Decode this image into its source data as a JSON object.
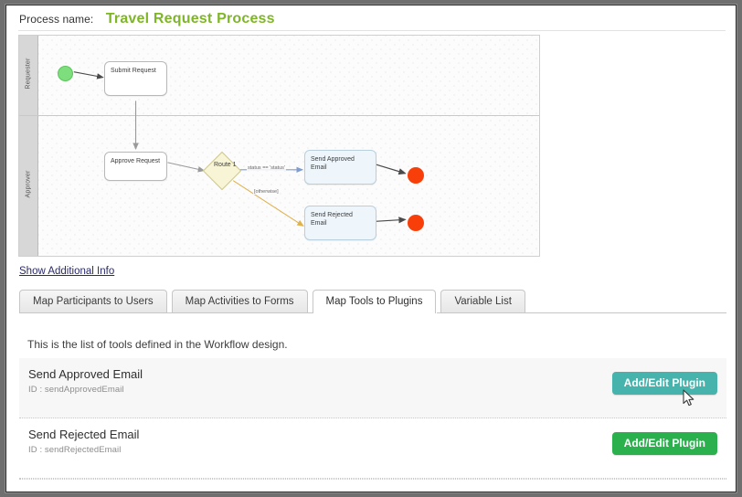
{
  "header": {
    "label": "Process name:",
    "process_name": "Travel Request Process",
    "accent_color": "#7eb627"
  },
  "diagram": {
    "lanes": [
      {
        "name": "Requester"
      },
      {
        "name": "Approver"
      }
    ],
    "nodes": [
      {
        "id": "start",
        "type": "start-event",
        "label": ""
      },
      {
        "id": "submitRequest",
        "type": "activity",
        "label": "Submit Request"
      },
      {
        "id": "approveRequest",
        "type": "activity",
        "label": "Approve Request"
      },
      {
        "id": "route1",
        "type": "gateway",
        "label": "Route 1"
      },
      {
        "id": "sendApprovedEmail",
        "type": "tool",
        "label": "Send Approved Email"
      },
      {
        "id": "sendRejectedEmail",
        "type": "tool",
        "label": "Send Rejected Email"
      },
      {
        "id": "end1",
        "type": "end-event",
        "label": ""
      },
      {
        "id": "end2",
        "type": "end-event",
        "label": ""
      }
    ],
    "edge_labels": {
      "approved": "status == 'status'",
      "otherwise": "[otherwise]"
    },
    "colors": {
      "start": "#7ede7e",
      "end": "#f93f09",
      "gateway": "#f7f5d6",
      "tool": "#eef6fb",
      "otherwise_edge": "#e8c05a",
      "approved_edge": "#7f9dd0"
    }
  },
  "show_info": {
    "label": "Show Additional Info"
  },
  "tabs": [
    {
      "label": "Map Participants to Users",
      "active": false
    },
    {
      "label": "Map Activities to Forms",
      "active": false
    },
    {
      "label": "Map Tools to Plugins",
      "active": true
    },
    {
      "label": "Variable List",
      "active": false
    }
  ],
  "panel": {
    "description": "This is the list of tools defined in the Workflow design.",
    "rows": [
      {
        "title": "Send Approved Email",
        "id_text": "ID : sendApprovedEmail",
        "button_label": "Add/Edit Plugin",
        "button_hovered": true,
        "row_hovered": true
      },
      {
        "title": "Send Rejected Email",
        "id_text": "ID : sendRejectedEmail",
        "button_label": "Add/Edit Plugin",
        "button_hovered": false,
        "row_hovered": false
      }
    ]
  }
}
